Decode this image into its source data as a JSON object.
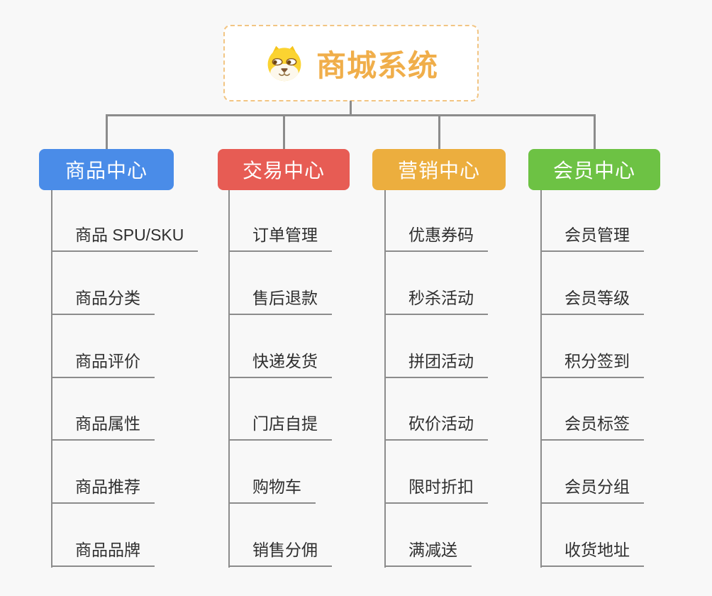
{
  "page": {
    "background": "#f8f8f8"
  },
  "connectors": {
    "color": "#8c8c8c"
  },
  "root": {
    "title": "商城系统",
    "icon": "dog-face-icon",
    "text_color": "#f0ae4a",
    "border_color": "#f2c583",
    "background": "#ffffff"
  },
  "branches": [
    {
      "label": "商品中心",
      "color": "#4a8ce8",
      "items": [
        "商品 SPU/SKU",
        "商品分类",
        "商品评价",
        "商品属性",
        "商品推荐",
        "商品品牌"
      ]
    },
    {
      "label": "交易中心",
      "color": "#e75c54",
      "items": [
        "订单管理",
        "售后退款",
        "快递发货",
        "门店自提",
        "购物车",
        "销售分佣"
      ]
    },
    {
      "label": "营销中心",
      "color": "#ecae3e",
      "items": [
        "优惠券码",
        "秒杀活动",
        "拼团活动",
        "砍价活动",
        "限时折扣",
        "满减送"
      ]
    },
    {
      "label": "会员中心",
      "color": "#6dc244",
      "items": [
        "会员管理",
        "会员等级",
        "积分签到",
        "会员标签",
        "会员分组",
        "收货地址"
      ]
    }
  ]
}
